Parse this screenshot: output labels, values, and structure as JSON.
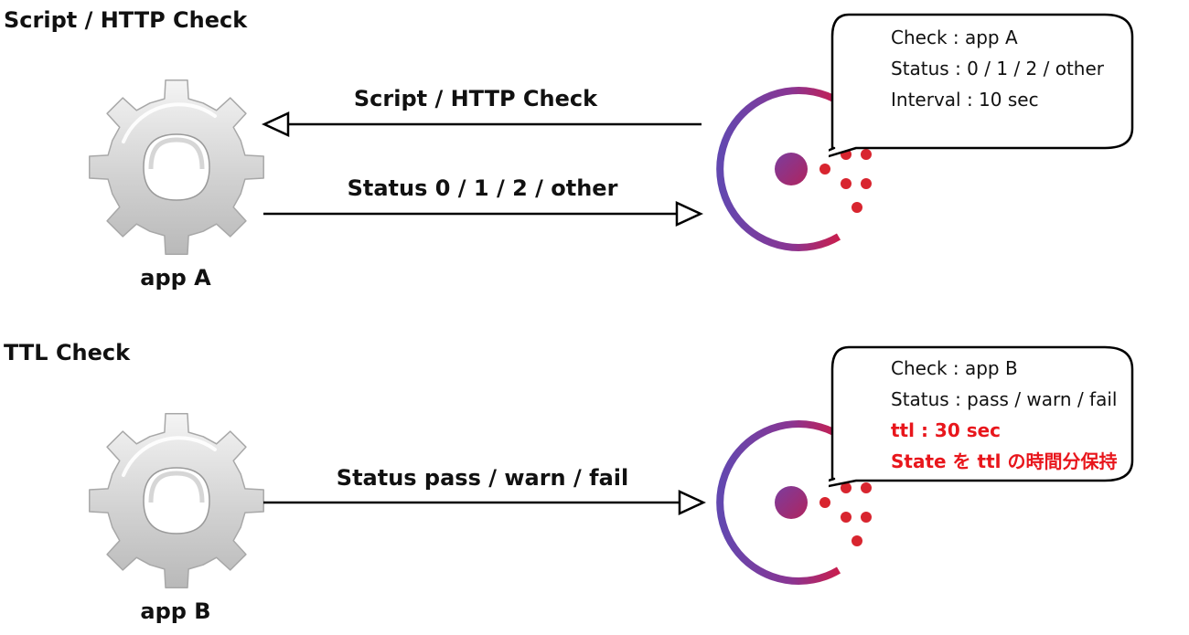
{
  "colors": {
    "consul_purple": "#6a4fb0",
    "consul_magenta": "#c01e5a",
    "consul_red": "#d8252f",
    "highlight_red": "#e8161c",
    "gear_gray": "#cfcfcf"
  },
  "sections": [
    {
      "title": "Script / HTTP Check",
      "app_label": "app A",
      "arrows": [
        {
          "label": "Script / HTTP Check",
          "direction": "consul-to-app"
        },
        {
          "label": "Status 0 / 1 / 2 / other",
          "direction": "app-to-consul"
        }
      ],
      "bubble": {
        "lines": [
          {
            "text": "Check : app A",
            "highlight": false
          },
          {
            "text": "Status : 0 / 1 / 2 / other",
            "highlight": false
          },
          {
            "text": "Interval : 10 sec",
            "highlight": false
          }
        ]
      }
    },
    {
      "title": "TTL Check",
      "app_label": "app B",
      "arrows": [
        {
          "label": "Status pass / warn / fail",
          "direction": "app-to-consul"
        }
      ],
      "bubble": {
        "lines": [
          {
            "text": "Check : app B",
            "highlight": false
          },
          {
            "text": "Status : pass / warn / fail",
            "highlight": false
          },
          {
            "text": "ttl : 30 sec",
            "highlight": true
          },
          {
            "text": "State を ttl の時間分保持",
            "highlight": true
          }
        ]
      }
    }
  ],
  "icons": {
    "app": "gear-icon",
    "agent": "consul-logo-icon"
  }
}
